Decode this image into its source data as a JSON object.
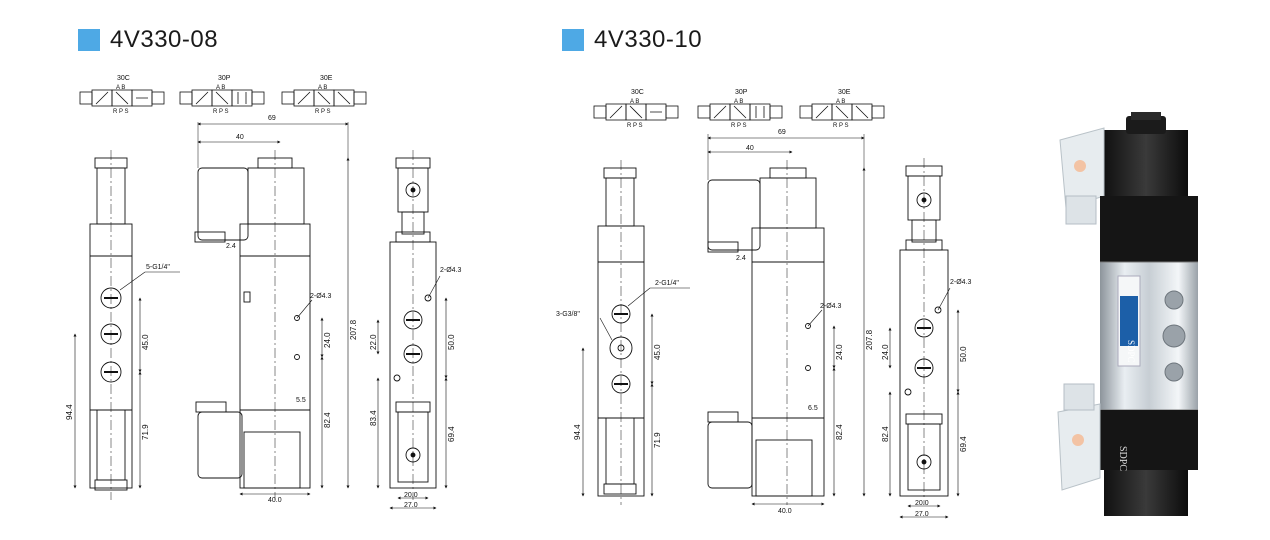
{
  "colors": {
    "accent": "#4ea9e5"
  },
  "left": {
    "title": "4V330-08",
    "symbols": [
      "30C",
      "30P",
      "30E"
    ],
    "symbol_ports_top": "A B",
    "symbol_ports_bottom": "R P S",
    "port_callout": "5-G1/4\"",
    "hole_callout": "2-Ø4.3",
    "hole_callout_side": "2-Ø4.3",
    "dims": {
      "d69": "69",
      "d40": "40",
      "d2_4": "2.4",
      "d207_8": "207.8",
      "d45": "45.0",
      "d94_4": "94.4",
      "d71_9": "71.9",
      "d24": "24.0",
      "d82_4": "82.4",
      "d40_0": "40.0",
      "d5_5": "5.5",
      "d22": "22.0",
      "d50": "50.0",
      "d83_4": "83.4",
      "d69_4": "69.4",
      "d20": "20.0",
      "d27": "27.0"
    }
  },
  "right": {
    "title": "4V330-10",
    "symbols": [
      "30C",
      "30P",
      "30E"
    ],
    "symbol_ports_top": "A B",
    "symbol_ports_bottom": "R P S",
    "port_callout": "2-G1/4\"",
    "port_callout2": "3-G3/8\"",
    "hole_callout": "2-Ø4.3",
    "hole_callout_side": "2-Ø4.3",
    "dims": {
      "d69": "69",
      "d40": "40",
      "d2_4": "2.4",
      "d207_8": "207.8",
      "d45": "45.0",
      "d94_4": "94.4",
      "d71_9": "71.9",
      "d24": "24.0",
      "d82_4": "82.4",
      "d40_0": "40.0",
      "d6_5": "6.5",
      "d24s": "24.0",
      "d50": "50.0",
      "d82_4s": "82.4",
      "d69_4": "69.4",
      "d20": "20.0",
      "d27": "27.0"
    }
  },
  "photo": {
    "brand": "SDPC"
  }
}
